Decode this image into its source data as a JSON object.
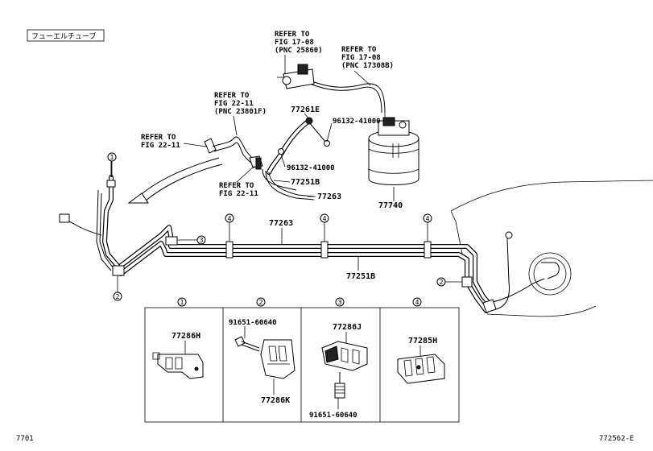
{
  "title_box": "フューエルチューブ",
  "labels": {
    "refer_fig17_08_a_1": "REFER TO",
    "refer_fig17_08_a_2": "FIG 17-08",
    "refer_fig17_08_a_3": "(PNC 25860)",
    "refer_fig17_08_b_1": "REFER TO",
    "refer_fig17_08_b_2": "FIG 17-08",
    "refer_fig17_08_b_3": "(PNC 17308B)",
    "refer_fig22_11_a_1": "REFER TO",
    "refer_fig22_11_a_2": "FIG 22-11",
    "refer_fig22_11_a_3": "(PNC 23801F)",
    "refer_fig22_11_b_1": "REFER TO",
    "refer_fig22_11_b_2": "FIG 22-11",
    "refer_fig22_11_c_1": "REFER TO",
    "refer_fig22_11_c_2": "FIG 22-11",
    "p77261e": "77261E",
    "p96132_a": "96132-41000",
    "p96132_b": "96132-41000",
    "p77251b_top": "77251B",
    "p77263_top": "77263",
    "p77740": "77740",
    "p77263_mid": "77263",
    "p77251b_mid": "77251B"
  },
  "callouts": [
    "1",
    "2",
    "3",
    "4"
  ],
  "detail_boxes": [
    {
      "index": "1",
      "parts": [
        "77286H"
      ]
    },
    {
      "index": "2",
      "parts": [
        "91651-60640",
        "77286K"
      ]
    },
    {
      "index": "3",
      "parts": [
        "77286J",
        "91651-60640"
      ]
    },
    {
      "index": "4",
      "parts": [
        "77285H"
      ]
    }
  ],
  "footer": {
    "left": "7701",
    "right": "772562-E"
  }
}
